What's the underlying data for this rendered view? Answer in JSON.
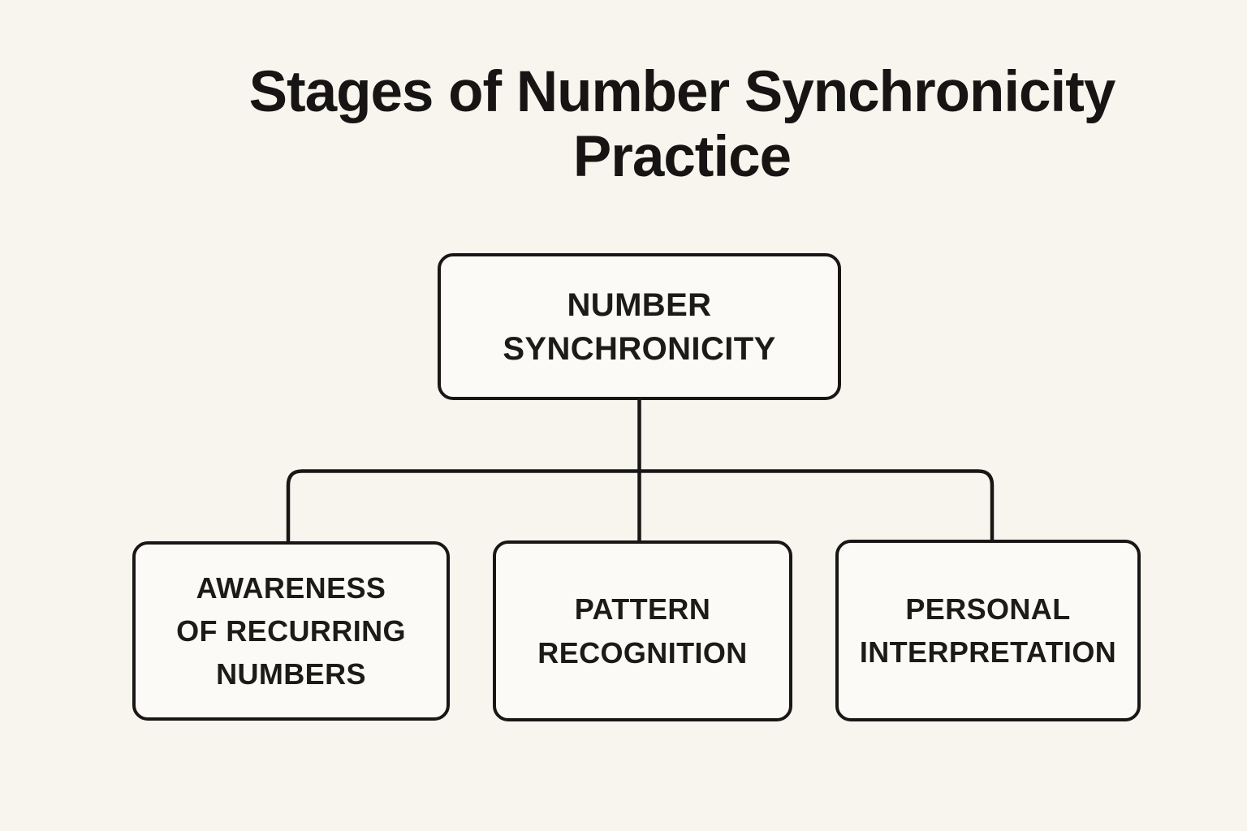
{
  "title": {
    "lines": [
      "Stages of Number Synchronicity",
      "Practice"
    ]
  },
  "nodes": {
    "root": {
      "id": "number-synchronicity",
      "lines": [
        "NUMBER",
        "SYNCHRONICITY"
      ]
    },
    "children": [
      {
        "id": "awareness-of-recurring-numbers",
        "lines": [
          "AWARENESS",
          "OF RECURRING",
          "NUMBERS"
        ]
      },
      {
        "id": "pattern-recognition",
        "lines": [
          "PATTERN",
          "RECOGNITION"
        ]
      },
      {
        "id": "personal-interpretation",
        "lines": [
          "PERSONAL",
          "INTERPRETATION"
        ]
      }
    ]
  },
  "edges": [
    {
      "from": "number-synchronicity",
      "to": "awareness-of-recurring-numbers"
    },
    {
      "from": "number-synchronicity",
      "to": "pattern-recognition"
    },
    {
      "from": "number-synchronicity",
      "to": "personal-interpretation"
    }
  ],
  "colors": {
    "background": "#f8f5ef",
    "node_fill": "#fbfaf6",
    "line": "#191715",
    "text": "#1d1b18"
  }
}
